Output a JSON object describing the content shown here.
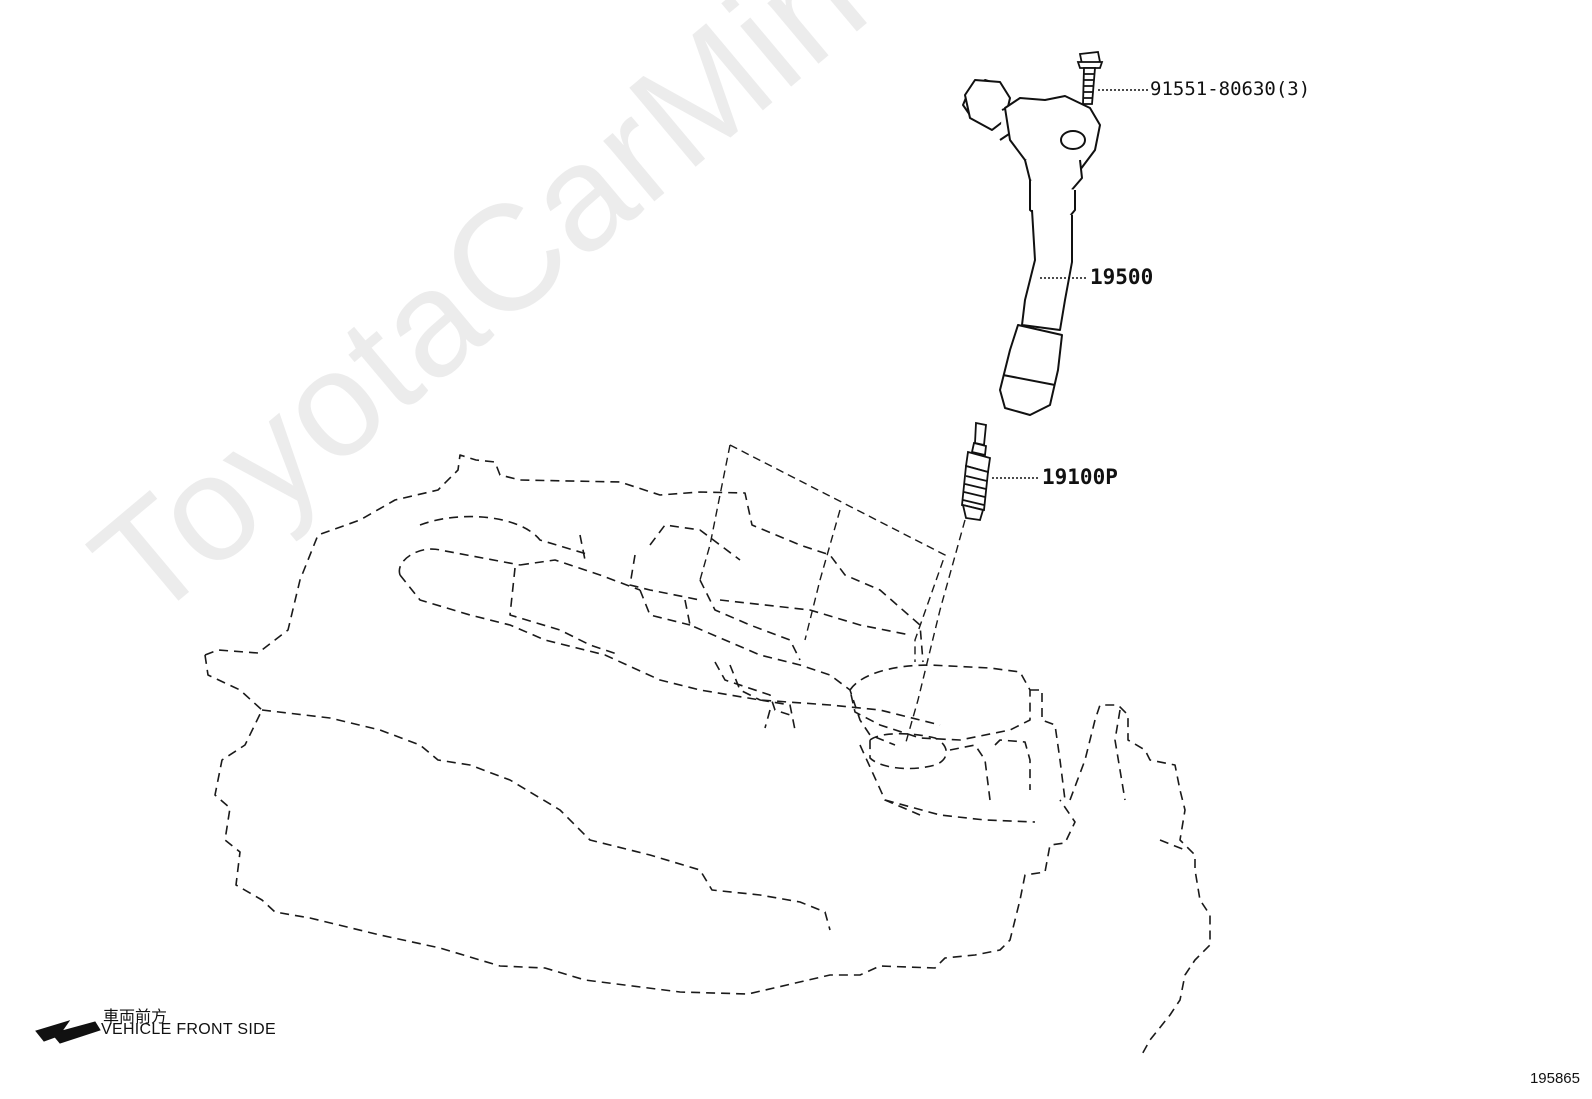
{
  "watermark": "ToyotaCarMine.ru",
  "parts": [
    {
      "number": "91551-80630(3)",
      "name": "bolt"
    },
    {
      "number": "19500",
      "name": "ignition coil"
    },
    {
      "number": "19100P",
      "name": "spark plug"
    }
  ],
  "front_indicator": {
    "japanese": "車両前方",
    "english": "VEHICLE FRONT SIDE"
  },
  "diagram_id": "195865",
  "line_color": "#1a1a1a"
}
